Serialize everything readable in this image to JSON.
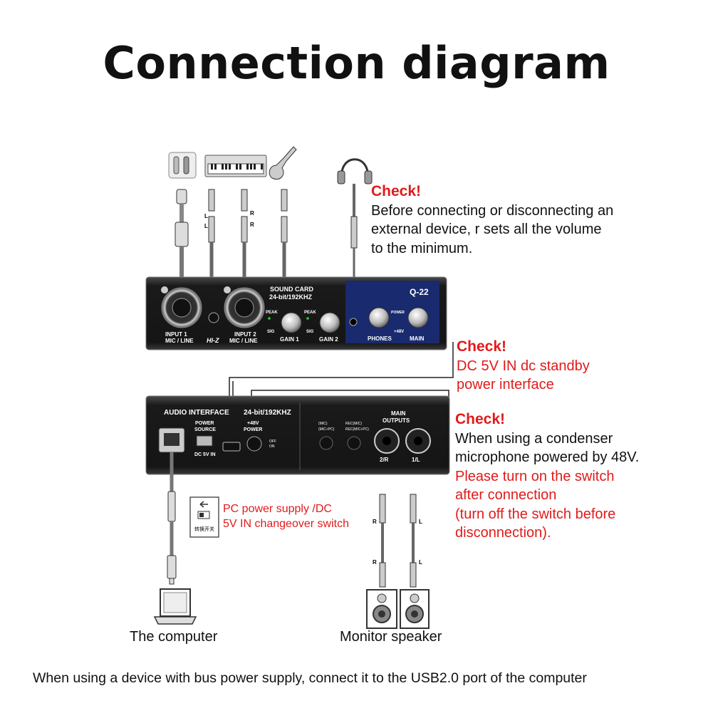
{
  "title": "Connection diagram",
  "notes": {
    "volume": {
      "heading": "Check!",
      "body": "Before connecting or disconnecting an\nexternal device, r sets all the volume\nto the minimum."
    },
    "dc_standby": {
      "heading": "Check!",
      "body": "DC 5V IN dc standby\npower interface"
    },
    "phantom": {
      "heading": "Check!",
      "body_black": "When using a condenser\nmicrophone powered by 48V.",
      "body_red": "Please turn on the switch\nafter connection\n(turn off the switch before\ndisconnection)."
    },
    "pc_power": "PC power supply /DC\n5V IN changeover switch",
    "switch_caption": "转换开关"
  },
  "captions": {
    "computer": "The computer",
    "speaker": "Monitor speaker",
    "footer": "When using a device with bus power supply, connect it to the USB2.0 port of the computer"
  },
  "front_panel": {
    "label_sound_card": "SOUND CARD",
    "label_bitrate": "24-bit/192KHZ",
    "model": "Q-22",
    "input1": "INPUT 1",
    "input1_sub": "MIC / LINE",
    "hiz": "HI-Z",
    "input2": "INPUT 2",
    "input2_sub": "MIC / LINE",
    "gain1": "GAIN 1",
    "gain2": "GAIN 2",
    "peak": "PEAK",
    "sig": "SIG",
    "phones": "PHONES",
    "main": "MAIN",
    "power": "POWER",
    "v48": "+48V"
  },
  "back_panel": {
    "label_audio": "AUDIO INTERFACE",
    "label_bitrate": "24-bit/192KHZ",
    "power_source": "POWER",
    "power_source2": "SOURCE",
    "dc5v": "DC 5V IN",
    "v48power": "+48V",
    "v48power2": "POWER",
    "off": "OFF",
    "on": "ON",
    "mic": "(MIC)",
    "micpc": "(MIC+PC)",
    "rec_mic": "REC(MIC)",
    "rec_micpc": "REC(MIC+PC)",
    "main_outputs": "MAIN",
    "main_outputs2": "OUTPUTS",
    "out_r": "2/R",
    "out_l": "1/L"
  },
  "cable_labels": {
    "l": "L",
    "r": "R"
  },
  "colors": {
    "accent_red": "#e01b1b",
    "panel_dark": "#1e1e1e",
    "panel_blue": "#1a2a6e"
  }
}
